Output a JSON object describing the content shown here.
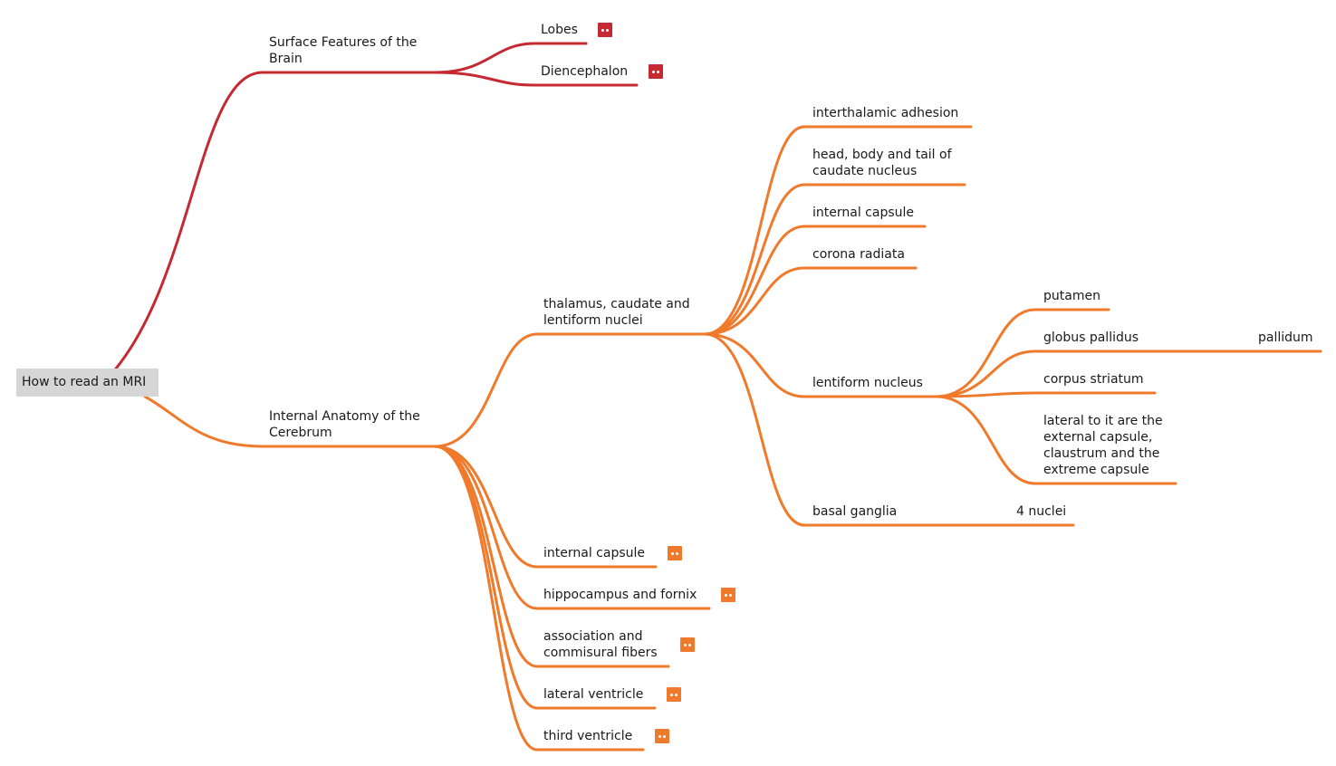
{
  "colors": {
    "red": "#c52932",
    "orange": "#f07a2b",
    "root_bg": "#d6d6d6"
  },
  "root": {
    "label": "How to read an MRI"
  },
  "surface": {
    "label": "Surface Features of the Brain",
    "children": [
      {
        "label": "Lobes",
        "collapsed": true
      },
      {
        "label": "Diencephalon",
        "collapsed": true
      }
    ]
  },
  "internal": {
    "label": "Internal Anatomy of the Cerebrum",
    "thalamus": {
      "label": "thalamus, caudate and lentiform nuclei",
      "children": [
        {
          "label": "interthalamic adhesion"
        },
        {
          "label": "head, body and tail of caudate nucleus"
        },
        {
          "label": "internal capsule"
        },
        {
          "label": "corona radiata"
        },
        {
          "label": "lentiform nucleus",
          "children": [
            {
              "label": "putamen"
            },
            {
              "label": "globus pallidus",
              "children": [
                {
                  "label": "pallidum"
                }
              ]
            },
            {
              "label": "corpus striatum"
            },
            {
              "label": "lateral to it are the external capsule, claustrum and the extreme capsule"
            }
          ]
        },
        {
          "label": "basal ganglia",
          "children": [
            {
              "label": "4 nuclei"
            }
          ]
        }
      ]
    },
    "others": [
      {
        "label": "internal capsule",
        "collapsed": true
      },
      {
        "label": "hippocampus and fornix",
        "collapsed": true
      },
      {
        "label": "association and commisural fibers",
        "collapsed": true
      },
      {
        "label": "lateral ventricle",
        "collapsed": true
      },
      {
        "label": "third ventricle",
        "collapsed": true
      }
    ]
  }
}
